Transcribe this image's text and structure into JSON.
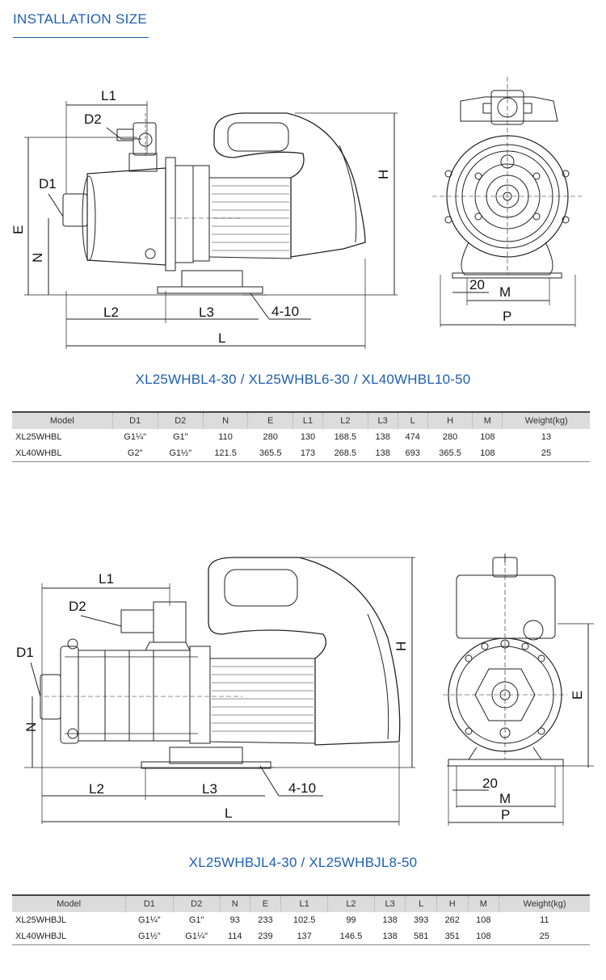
{
  "header": {
    "title": "INSTALLATION SIZE"
  },
  "section1": {
    "title": "XL25WHBL4-30 / XL25WHBL6-30 / XL40WHBL10-50",
    "labels": {
      "L1": "L1",
      "D2": "D2",
      "D1": "D1",
      "E": "E",
      "N": "N",
      "L2": "L2",
      "L3": "L3",
      "L": "L",
      "H": "H",
      "holes": "4-10",
      "d20": "20",
      "M": "M",
      "P": "P"
    },
    "table": {
      "columns": [
        "Model",
        "D1",
        "D2",
        "N",
        "E",
        "L1",
        "L2",
        "L3",
        "L",
        "H",
        "M",
        "Weight(kg)"
      ],
      "rows": [
        [
          "XL25WHBL",
          "G1¼\"",
          "G1\"",
          "110",
          "280",
          "130",
          "168.5",
          "138",
          "474",
          "280",
          "108",
          "13"
        ],
        [
          "XL40WHBL",
          "G2\"",
          "G1½\"",
          "121.5",
          "365.5",
          "173",
          "268.5",
          "138",
          "693",
          "365.5",
          "108",
          "25"
        ]
      ]
    }
  },
  "section2": {
    "title": "XL25WHBJL4-30 / XL25WHBJL8-50",
    "labels": {
      "L1": "L1",
      "D2": "D2",
      "D1": "D1",
      "E": "E",
      "N": "N",
      "L2": "L2",
      "L3": "L3",
      "L": "L",
      "H": "H",
      "holes": "4-10",
      "d20": "20",
      "M": "M",
      "P": "P"
    },
    "table": {
      "columns": [
        "Model",
        "D1",
        "D2",
        "N",
        "E",
        "L1",
        "L2",
        "L3",
        "L",
        "H",
        "M",
        "Weight(kg)"
      ],
      "rows": [
        [
          "XL25WHBJL",
          "G1¼\"",
          "G1\"",
          "93",
          "233",
          "102.5",
          "99",
          "138",
          "393",
          "262",
          "108",
          "11"
        ],
        [
          "XL40WHBJL",
          "G1½\"",
          "G1¼\"",
          "114",
          "239",
          "137",
          "146.5",
          "138",
          "581",
          "351",
          "108",
          "25"
        ]
      ]
    }
  }
}
